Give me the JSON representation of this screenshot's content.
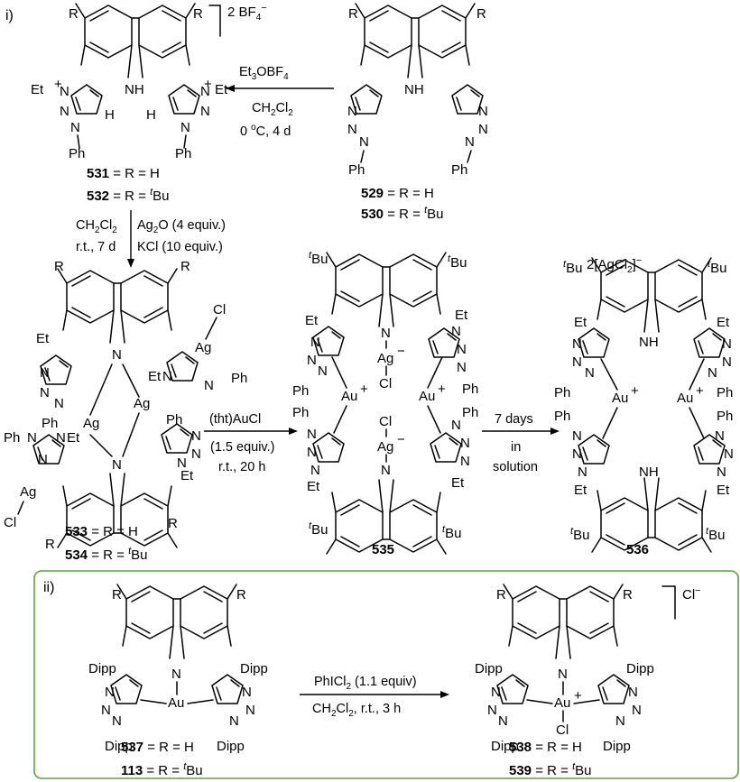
{
  "part_labels": {
    "i": "i)",
    "ii": "ii)"
  },
  "atoms": {
    "R": "R",
    "NH": "NH",
    "N": "N",
    "H": "H",
    "Et": "Et",
    "Ph": "Ph",
    "Ag": "Ag",
    "Au": "Au",
    "Cl": "Cl",
    "Dipp": "Dipp",
    "tBu_t": "t",
    "tBu_Bu": "Bu",
    "plus": "+",
    "minus": "−"
  },
  "counterions": {
    "bf4": "2 BF4−",
    "agcl2": "2[AgCl2]−",
    "cl": "Cl−"
  },
  "conditions": {
    "step1": [
      "Et3OBF4",
      "CH2Cl2",
      "0 oC, 4 d"
    ],
    "step2_left": [
      "CH2Cl2",
      "r.t., 7 d"
    ],
    "step2_right": [
      "Ag2O (4 equiv.)",
      "KCl (10 equiv.)"
    ],
    "step3": [
      "(tht)AuCl",
      "(1.5 equiv.)",
      "r.t., 20 h"
    ],
    "step4": [
      "7 days",
      "in",
      "solution"
    ],
    "step5": [
      "PhICl2 (1.1 equiv)",
      "CH2Cl2, r.t., 3 h"
    ]
  },
  "compounds": {
    "c529": {
      "num": "529",
      "text": " = R = H"
    },
    "c530": {
      "num": "530",
      "text": " = R = tBu"
    },
    "c531": {
      "num": "531",
      "text": " = R = H"
    },
    "c532": {
      "num": "532",
      "text": " = R = tBu"
    },
    "c533": {
      "num": "533",
      "text": " = R = H"
    },
    "c534": {
      "num": "534",
      "text": " = R = tBu"
    },
    "c535": {
      "num": "535"
    },
    "c536": {
      "num": "536"
    },
    "c537": {
      "num": "537",
      "text": " = R = H"
    },
    "c113": {
      "num": "113",
      "text": " = R = tBu"
    },
    "c538": {
      "num": "538",
      "text": " = R = H"
    },
    "c539": {
      "num": "539",
      "text": " = R = tBu"
    }
  }
}
